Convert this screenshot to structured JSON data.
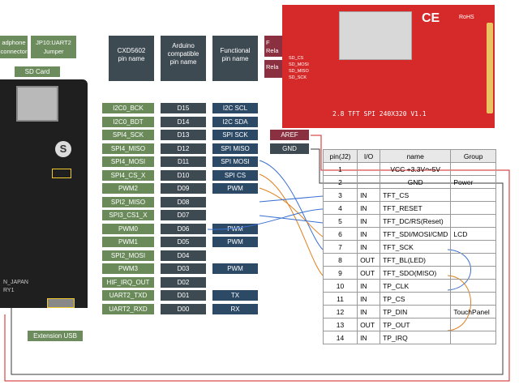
{
  "left_labels": {
    "headphone": "adphone\nconnector",
    "uart_jumper": "JP10:UART2\nJumper",
    "sd_card": "SD Card",
    "extension_usb": "Extension USB",
    "board_text_1": "N_JAPAN",
    "board_text_2": "RY1"
  },
  "headers": {
    "cxd": "CXD5602\npin name",
    "arduino": "Arduino\ncompatible\npin name",
    "functional": "Functional\npin name",
    "partial_1": "F\nRela",
    "partial_2": "Rela"
  },
  "rows": [
    {
      "cxd": "I2C0_BCK",
      "ard": "D15",
      "func": "I2C SCL"
    },
    {
      "cxd": "I2C0_BDT",
      "ard": "D14",
      "func": "I2C SDA"
    },
    {
      "cxd": "SPI4_SCK",
      "ard": "D13",
      "func": "SPI SCK"
    },
    {
      "cxd": "SPI4_MISO",
      "ard": "D12",
      "func": "SPI MISO"
    },
    {
      "cxd": "SPI4_MOSI",
      "ard": "D11",
      "func": "SPI MOSI"
    },
    {
      "cxd": "SPI4_CS_X",
      "ard": "D10",
      "func": "SPI CS"
    },
    {
      "cxd": "PWM2",
      "ard": "D09",
      "func": "PWM"
    },
    {
      "cxd": "SPI2_MISO",
      "ard": "D08",
      "func": ""
    },
    {
      "cxd": "SPI3_CS1_X",
      "ard": "D07",
      "func": ""
    },
    {
      "cxd": "PWM0",
      "ard": "D06",
      "func": "PWM"
    },
    {
      "cxd": "PWM1",
      "ard": "D05",
      "func": "PWM"
    },
    {
      "cxd": "SPI2_MOSI",
      "ard": "D04",
      "func": ""
    },
    {
      "cxd": "PWM3",
      "ard": "D03",
      "func": "PWM"
    },
    {
      "cxd": "HIF_IRQ_OUT",
      "ard": "D02",
      "func": ""
    },
    {
      "cxd": "UART2_TXD",
      "ard": "D01",
      "func": "TX"
    },
    {
      "cxd": "UART2_RXD",
      "ard": "D00",
      "func": "RX"
    }
  ],
  "power_labels": {
    "aref": "AREF",
    "gnd": "GND"
  },
  "lcd": {
    "title": "2.8 TFT SPI 240X320 V1.1",
    "sd_labels": [
      "SD_CS",
      "SD_MOSI",
      "SD_MISO",
      "SD_SCK"
    ],
    "ce": "CE",
    "rohs": "RoHS"
  },
  "pin_table": {
    "headers": [
      "pin(J2)",
      "I/O",
      "name",
      "Group"
    ],
    "rows": [
      {
        "pin": "1",
        "io": "",
        "name": "VCC +3.3V～5V",
        "group": ""
      },
      {
        "pin": "2",
        "io": "",
        "name": "GND",
        "group": "Power"
      },
      {
        "pin": "3",
        "io": "IN",
        "name": "TFT_CS",
        "group": ""
      },
      {
        "pin": "4",
        "io": "IN",
        "name": "TFT_RESET",
        "group": ""
      },
      {
        "pin": "5",
        "io": "IN",
        "name": "TFT_DC/RS(Reset)",
        "group": ""
      },
      {
        "pin": "6",
        "io": "IN",
        "name": "TFT_SDI/MOSI/CMD",
        "group": "LCD"
      },
      {
        "pin": "7",
        "io": "IN",
        "name": "TFT_SCK",
        "group": ""
      },
      {
        "pin": "8",
        "io": "OUT",
        "name": "TFT_BL(LED)",
        "group": ""
      },
      {
        "pin": "9",
        "io": "OUT",
        "name": "TFT_SDO(MISO)",
        "group": ""
      },
      {
        "pin": "10",
        "io": "IN",
        "name": "TP_CLK",
        "group": ""
      },
      {
        "pin": "11",
        "io": "IN",
        "name": "TP_CS",
        "group": ""
      },
      {
        "pin": "12",
        "io": "IN",
        "name": "TP_DIN",
        "group": "TouchPanel"
      },
      {
        "pin": "13",
        "io": "OUT",
        "name": "TP_OUT",
        "group": ""
      },
      {
        "pin": "14",
        "io": "IN",
        "name": "TP_IRQ",
        "group": ""
      }
    ]
  },
  "colors": {
    "header_dark": "#3e4a52",
    "cxd_green": "#6a8a5a",
    "func_navy": "#2c4a66",
    "lcd_red": "#d62a2a",
    "wire_red": "#d02020",
    "wire_blue": "#3a6fd0",
    "wire_orange": "#e08020"
  }
}
